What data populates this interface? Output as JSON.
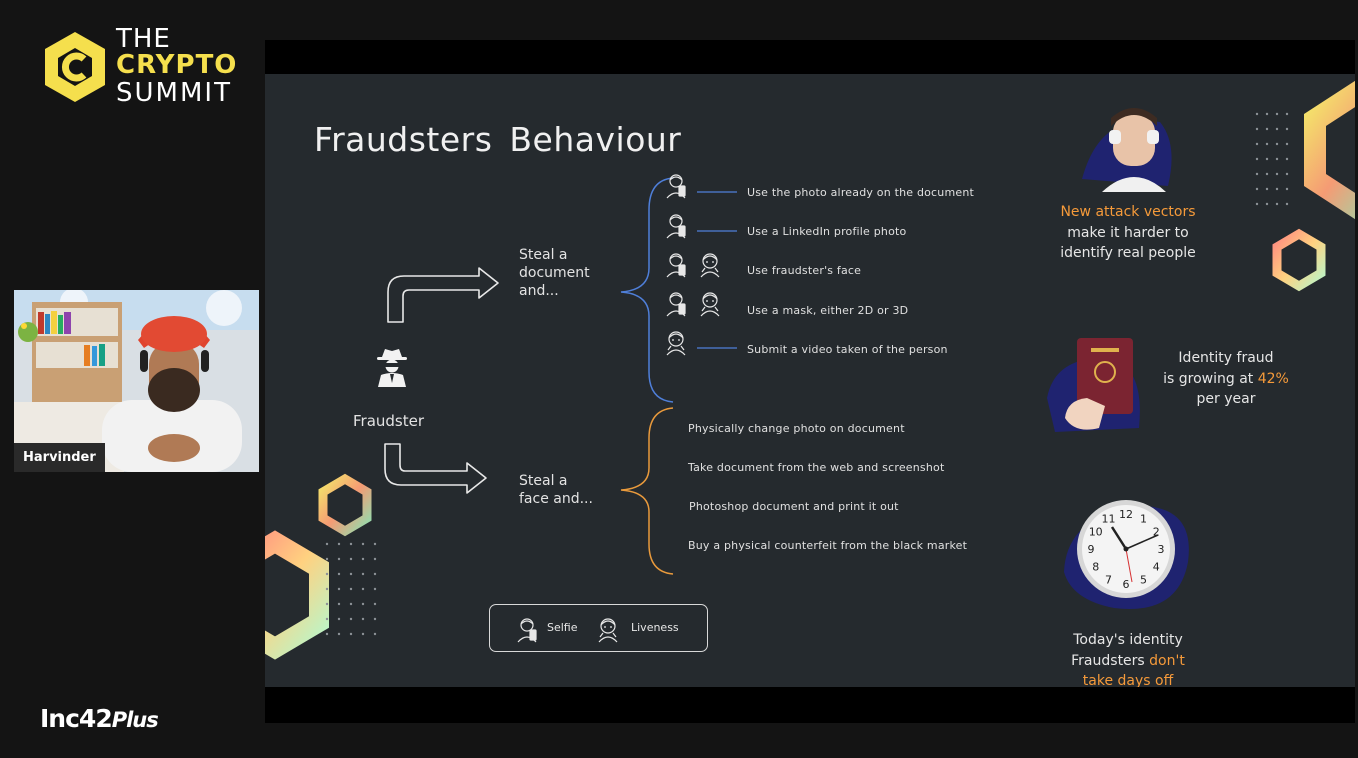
{
  "event_logo": {
    "line1": "THE",
    "line2": "CRYPTO",
    "line3": "SUMMIT",
    "accent": "#f5df4d"
  },
  "speaker": {
    "name": "Harvinder"
  },
  "brand_logo": {
    "main": "Inc42",
    "suffix": "Plus"
  },
  "slide": {
    "title": "Fraudsters Behaviour",
    "actor_label": "Fraudster",
    "branch_document": {
      "label_lines": [
        "Steal a",
        "document",
        "and..."
      ],
      "items": [
        "Use the photo already on the document",
        "Use a LinkedIn profile photo",
        "Use fraudster's face",
        "Use a mask, either 2D or 3D",
        "Submit a video taken of the person"
      ]
    },
    "branch_face": {
      "label_lines": [
        "Steal a",
        "face and..."
      ],
      "items": [
        "Physically change photo on document",
        "Take document from the web and screenshot",
        "Photoshop document and print it out",
        "Buy a physical counterfeit from the black market"
      ]
    },
    "legend": {
      "selfie": "Selfie",
      "liveness": "Liveness"
    },
    "facts": {
      "attack": {
        "highlight": "New attack vectors",
        "line2": "make it harder to",
        "line3": "identify real people"
      },
      "growth": {
        "line1": "Identity fraud",
        "line2_prefix": "is growing at ",
        "highlight": "42%",
        "line3": "per year"
      },
      "days": {
        "line1": "Today's identity",
        "line2_prefix": "Fraudsters ",
        "highlight_a": "don't",
        "highlight_b": "take days off"
      }
    },
    "clock_numbers": [
      "12",
      "1",
      "2",
      "3",
      "4",
      "5",
      "6",
      "7",
      "8",
      "9",
      "10",
      "11"
    ],
    "colors": {
      "accent_orange": "#f59a3a",
      "document_bracket": "#4f7fd9",
      "face_bracket": "#e99a3c",
      "navy_blob": "#1f2370"
    }
  }
}
